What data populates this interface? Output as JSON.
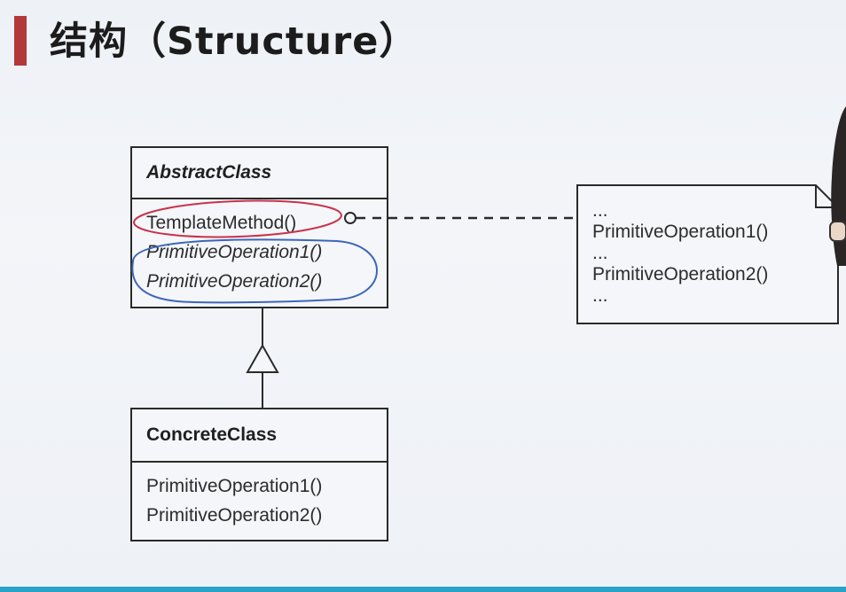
{
  "slide": {
    "title": "结构（Structure）"
  },
  "abstract_class": {
    "name": "AbstractClass",
    "operations": [
      "TemplateMethod()",
      "PrimitiveOperation1()",
      "PrimitiveOperation2()"
    ]
  },
  "concrete_class": {
    "name": "ConcreteClass",
    "operations": [
      "PrimitiveOperation1()",
      "PrimitiveOperation2()"
    ]
  },
  "note": {
    "lines": [
      "...",
      "PrimitiveOperation1()",
      "...",
      "PrimitiveOperation2()",
      "..."
    ]
  },
  "annotations": {
    "red_circle_color": "#c8334a",
    "blue_circle_color": "#3d66b8"
  }
}
